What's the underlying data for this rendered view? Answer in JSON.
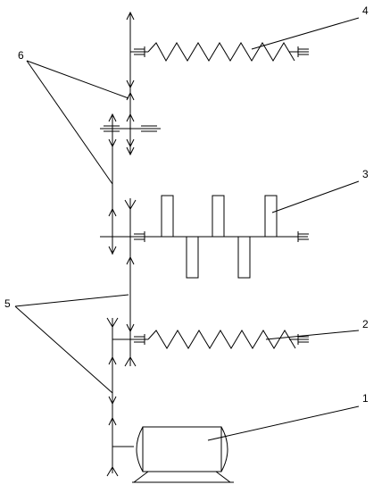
{
  "labels": {
    "motor": "1",
    "lower_spring_shaft": "2",
    "crank_shaft": "3",
    "upper_spring_shaft": "4",
    "lower_drive_belts": "5",
    "upper_drive_belts": "6"
  }
}
